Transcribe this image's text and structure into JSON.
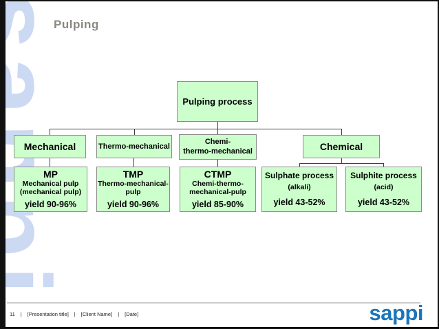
{
  "slide": {
    "title": "Pulping",
    "watermark_text": "sappi",
    "logo_text": "sappi"
  },
  "footer": {
    "slide_number": "11",
    "separator": "|",
    "presentation_title": "[Presentation title]",
    "client_name": "[Client Name]",
    "date": "[Date]"
  },
  "colors": {
    "box_fill": "#ccffcc",
    "box_border": "#8c8c8c",
    "connector": "#3f3f3f",
    "title_gray": "#8a8880",
    "logo_blue": "#1b75bb",
    "watermark_blue": "#ccd9f3"
  },
  "diagram": {
    "root": {
      "label": "Pulping process"
    },
    "level2": [
      {
        "id": "mechanical",
        "label": "Mechanical"
      },
      {
        "id": "thermo-mechanical",
        "label": "Thermo-mechanical"
      },
      {
        "id": "chemi-thermo-mechanical",
        "label": "Chemi-\nthermo-mechanical"
      },
      {
        "id": "chemical",
        "label": "Chemical"
      }
    ],
    "level3": [
      {
        "id": "mp",
        "title": "MP",
        "subtitle": "Mechanical pulp\n(mechanical pulp)",
        "yield": "yield 90-96%"
      },
      {
        "id": "tmp",
        "title": "TMP",
        "subtitle": "Thermo-mechanical-\npulp",
        "yield": "yield 90-96%"
      },
      {
        "id": "ctmp",
        "title": "CTMP",
        "subtitle": "Chemi-thermo-\nmechanical-pulp",
        "yield": "yield 85-90%"
      },
      {
        "id": "sulphate",
        "title": "Sulphate process",
        "subtitle": "(alkali)",
        "yield": "yield 43-52%"
      },
      {
        "id": "sulphite",
        "title": "Sulphite process",
        "subtitle": "(acid)",
        "yield": "yield 43-52%"
      }
    ]
  }
}
